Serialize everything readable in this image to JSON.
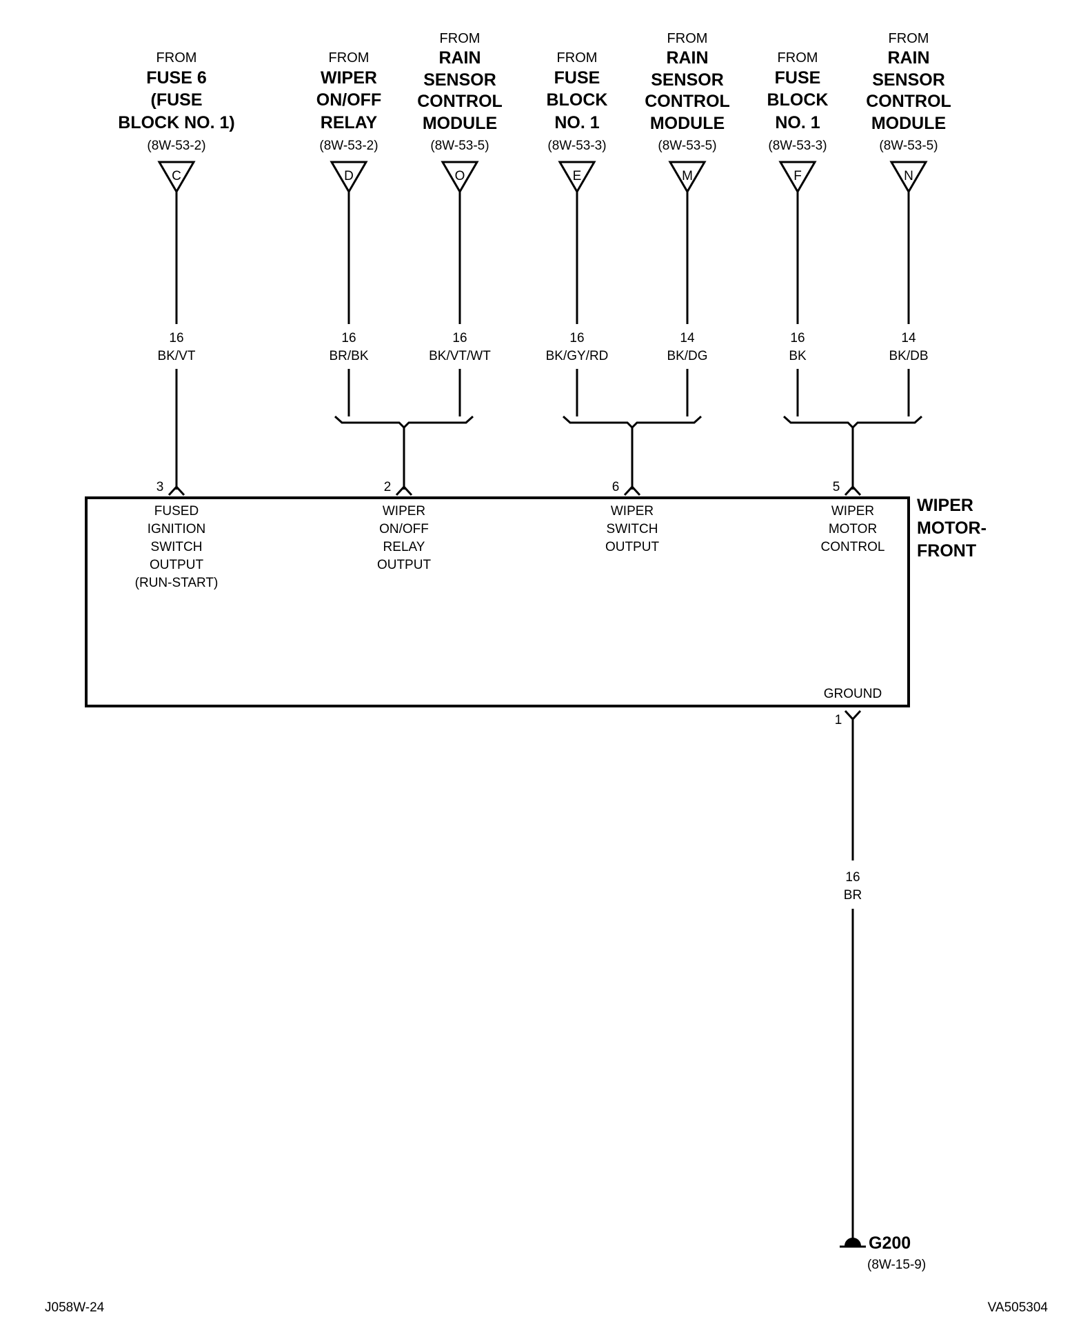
{
  "sources": [
    {
      "from": "FROM",
      "lines": [
        "FUSE 6",
        "(FUSE",
        "BLOCK NO. 1)"
      ],
      "ref": "(8W-53-2)",
      "connector": "C",
      "gauge": "16",
      "color": "BK/VT"
    },
    {
      "from": "FROM",
      "lines": [
        "WIPER",
        "ON/OFF",
        "RELAY"
      ],
      "ref": "(8W-53-2)",
      "connector": "D",
      "gauge": "16",
      "color": "BR/BK"
    },
    {
      "from": "FROM",
      "lines": [
        "RAIN",
        "SENSOR",
        "CONTROL",
        "MODULE"
      ],
      "ref": "(8W-53-5)",
      "connector": "O",
      "gauge": "16",
      "color": "BK/VT/WT"
    },
    {
      "from": "FROM",
      "lines": [
        "FUSE",
        "BLOCK",
        "NO. 1"
      ],
      "ref": "(8W-53-3)",
      "connector": "E",
      "gauge": "16",
      "color": "BK/GY/RD"
    },
    {
      "from": "FROM",
      "lines": [
        "RAIN",
        "SENSOR",
        "CONTROL",
        "MODULE"
      ],
      "ref": "(8W-53-5)",
      "connector": "M",
      "gauge": "14",
      "color": "BK/DG"
    },
    {
      "from": "FROM",
      "lines": [
        "FUSE",
        "BLOCK",
        "NO. 1"
      ],
      "ref": "(8W-53-3)",
      "connector": "F",
      "gauge": "16",
      "color": "BK"
    },
    {
      "from": "FROM",
      "lines": [
        "RAIN",
        "SENSOR",
        "CONTROL",
        "MODULE"
      ],
      "ref": "(8W-53-5)",
      "connector": "N",
      "gauge": "14",
      "color": "BK/DB"
    }
  ],
  "component": {
    "name_lines": [
      "WIPER",
      "MOTOR-",
      "FRONT"
    ],
    "pins": [
      {
        "pin": "3",
        "function_lines": [
          "FUSED",
          "IGNITION",
          "SWITCH",
          "OUTPUT",
          "(RUN-START)"
        ]
      },
      {
        "pin": "2",
        "function_lines": [
          "WIPER",
          "ON/OFF",
          "RELAY",
          "OUTPUT"
        ]
      },
      {
        "pin": "6",
        "function_lines": [
          "WIPER",
          "SWITCH",
          "OUTPUT"
        ]
      },
      {
        "pin": "5",
        "function_lines": [
          "WIPER",
          "MOTOR",
          "CONTROL"
        ]
      }
    ],
    "ground_label": "GROUND",
    "ground_pin": "1"
  },
  "ground_wire": {
    "gauge": "16",
    "color": "BR"
  },
  "ground_point": {
    "name": "G200",
    "ref": "(8W-15-9)"
  },
  "footer": {
    "left": "J058W-24",
    "right": "VA505304"
  }
}
